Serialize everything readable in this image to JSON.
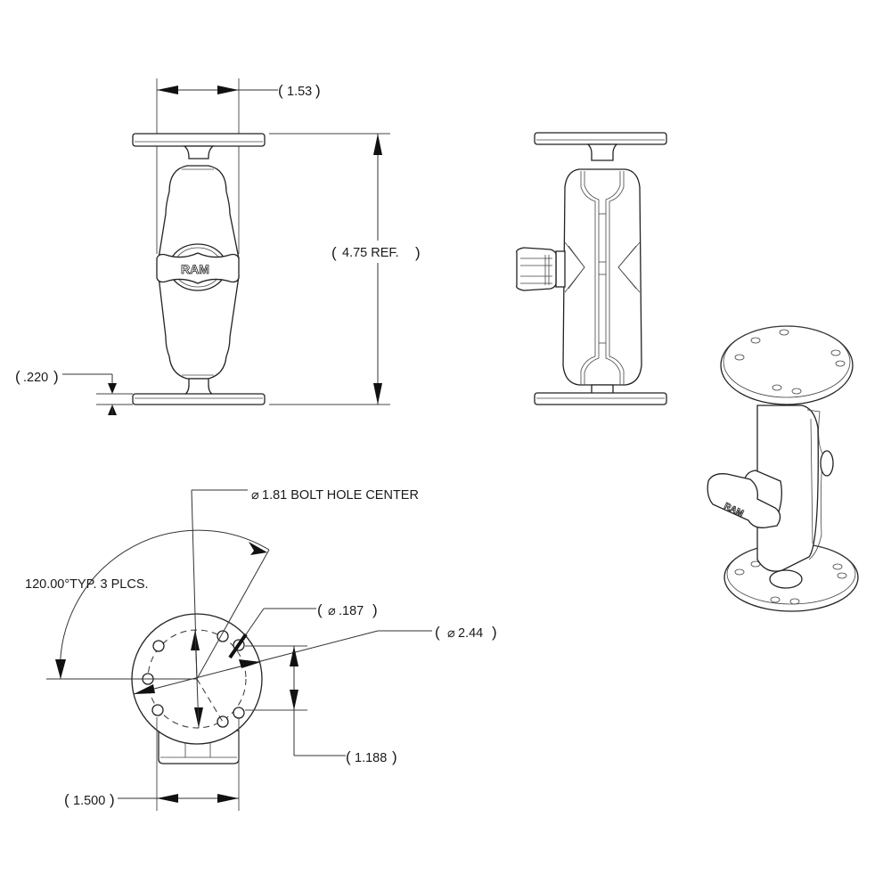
{
  "drawing": {
    "subject": "RAM double socket arm mount with round bases",
    "views": [
      "front-view",
      "side-view",
      "bottom-view",
      "isometric-view"
    ]
  },
  "dimensions": {
    "base_width": {
      "value": "1.53",
      "label": "( 1.53 )"
    },
    "overall_height": {
      "value": "4.75 REF.",
      "label": "( 4.75 REF. )"
    },
    "base_thickness": {
      "value": ".220",
      "label": "( .220 )"
    },
    "bolt_hole_center": {
      "value": "1.81",
      "label": "1.81 BOLT HOLE CENTER",
      "symbol": "⌀"
    },
    "angle": {
      "value": "120.00°",
      "label": "120.00° TYP. 3 PLCS."
    },
    "hole_diameter": {
      "value": ".187",
      "label": ".187",
      "symbol": "⌀"
    },
    "base_diameter": {
      "value": "2.44",
      "label": "2.44",
      "symbol": "⌀"
    },
    "hole_spacing_vertical": {
      "value": "1.188",
      "label": "( 1.188 )"
    },
    "hole_spacing_horizontal": {
      "value": "1.500",
      "label": "( 1.500 )"
    }
  },
  "labels": {
    "open_paren": "(",
    "close_paren": ")",
    "dia": "⌀",
    "w_153": "1.53",
    "h_475": "4.75 REF.",
    "t_220": ".220",
    "bhc": "1.81 BOLT HOLE CENTER",
    "ang": "120.00°TYP. 3 PLCS.",
    "hole": ".187",
    "bdia": "2.44",
    "v1188": "1.188",
    "h1500": "1.500",
    "logo": "RAM"
  },
  "colors": {
    "line": "#333333",
    "text": "#1a1a1a",
    "background": "#ffffff"
  }
}
